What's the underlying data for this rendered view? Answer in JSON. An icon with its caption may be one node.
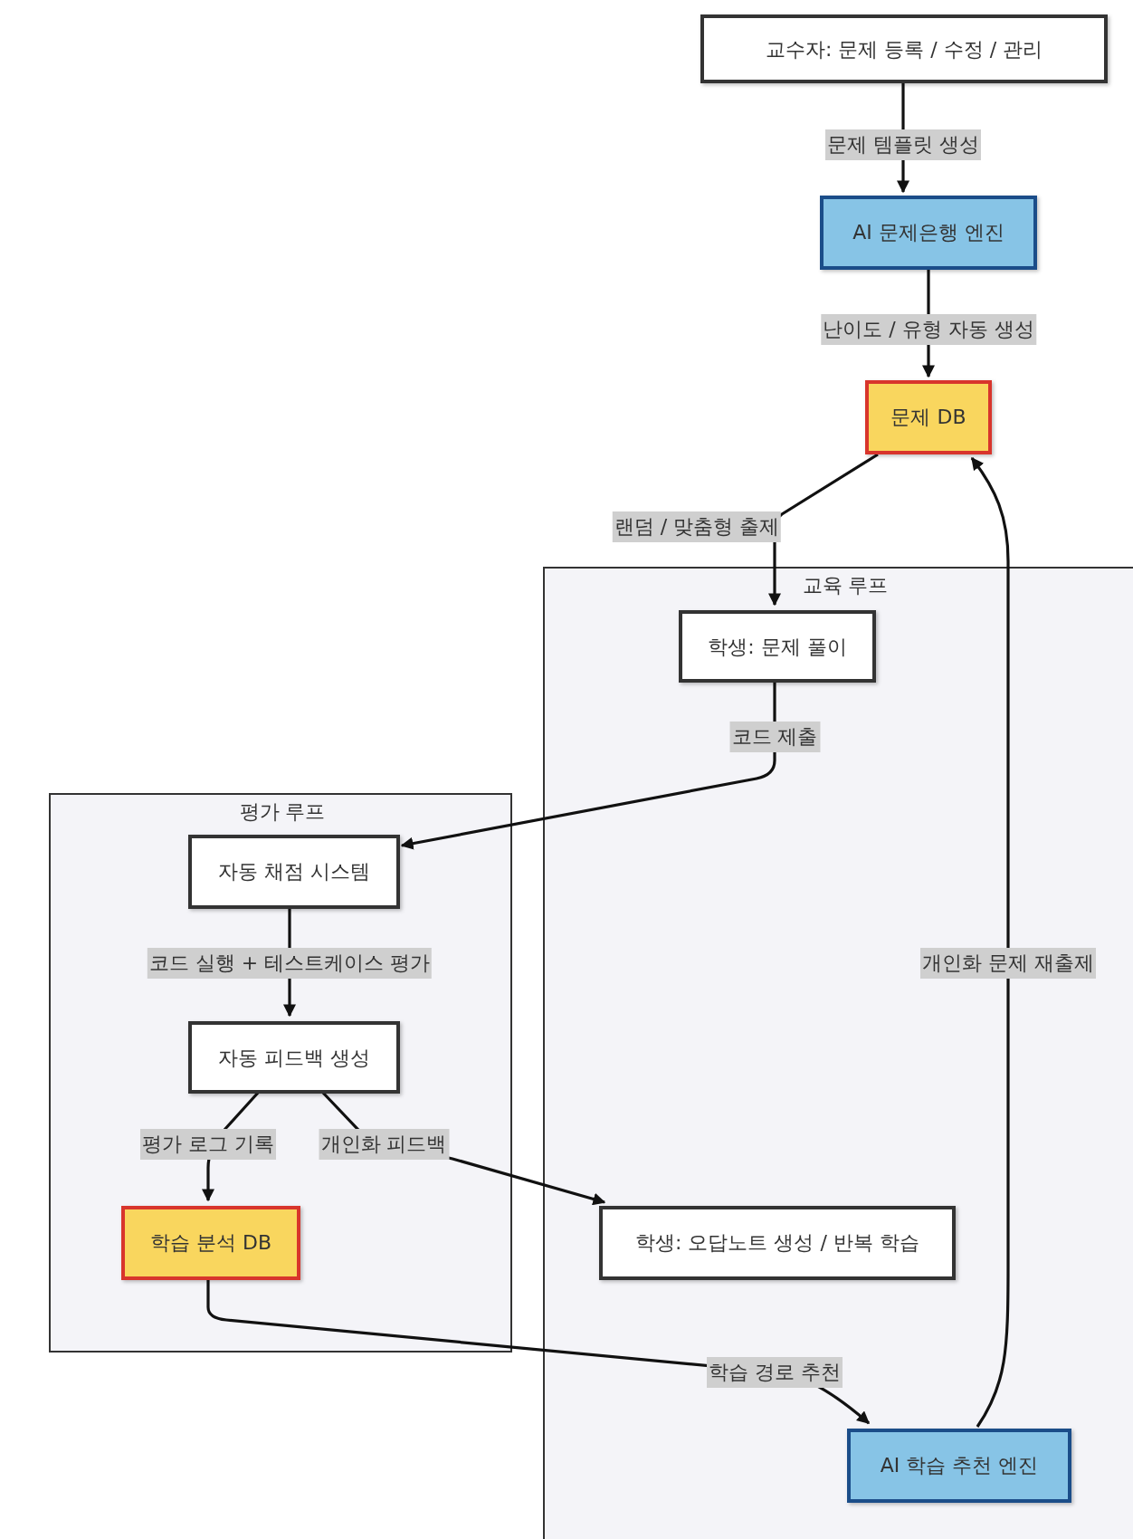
{
  "diagram": {
    "nodes": [
      {
        "text": [
          "교수자: 문제 등록 / 수정 / 관리"
        ]
      },
      {
        "text": [
          "AI 문제은행 엔진"
        ]
      },
      {
        "text": [
          "문제 DB"
        ]
      },
      {
        "text": [
          "교육 루프"
        ]
      },
      {
        "text": [
          "학생: 문제 풀이"
        ],
        "in": 3
      },
      {
        "text": [
          "평가 루프"
        ]
      },
      {
        "text": [
          "자동 채점 시스템"
        ],
        "in": 5
      },
      {
        "text": [
          "자동 피드백 생성"
        ],
        "in": 5
      },
      {
        "text": [
          "학습 분석 DB"
        ],
        "in": 5
      },
      {
        "text": [
          "학생: 오답노트 생성 / 반복 학습"
        ],
        "in": 3
      },
      {
        "text": [
          "AI 학습 추천 엔진"
        ],
        "in": 3
      }
    ],
    "edges": [
      {
        "from": 0,
        "to": 1,
        "arrow": "to",
        "label": "문제 템플릿 생성"
      },
      {
        "from": 1,
        "to": 2,
        "arrow": "to",
        "label": "난이도 / 유형 자동 생성"
      },
      {
        "from": 2,
        "to": 4,
        "arrow": "to",
        "label": "랜덤 / 맞춤형 출제"
      },
      {
        "from": 4,
        "to": 6,
        "arrow": "to",
        "label": "코드 제출"
      },
      {
        "from": 6,
        "to": 7,
        "arrow": "to",
        "label": "코드 실행 + 테스트케이스 평가"
      },
      {
        "from": 7,
        "to": 8,
        "arrow": "to",
        "label": "평가 로그 기록"
      },
      {
        "from": 7,
        "to": 9,
        "arrow": "to",
        "label": "개인화 피드백"
      },
      {
        "from": 8,
        "to": 10,
        "arrow": "to",
        "label": "학습 경로 추천"
      },
      {
        "from": 10,
        "to": 2,
        "arrow": "to",
        "label": "개인화 문제 재출제"
      }
    ]
  }
}
